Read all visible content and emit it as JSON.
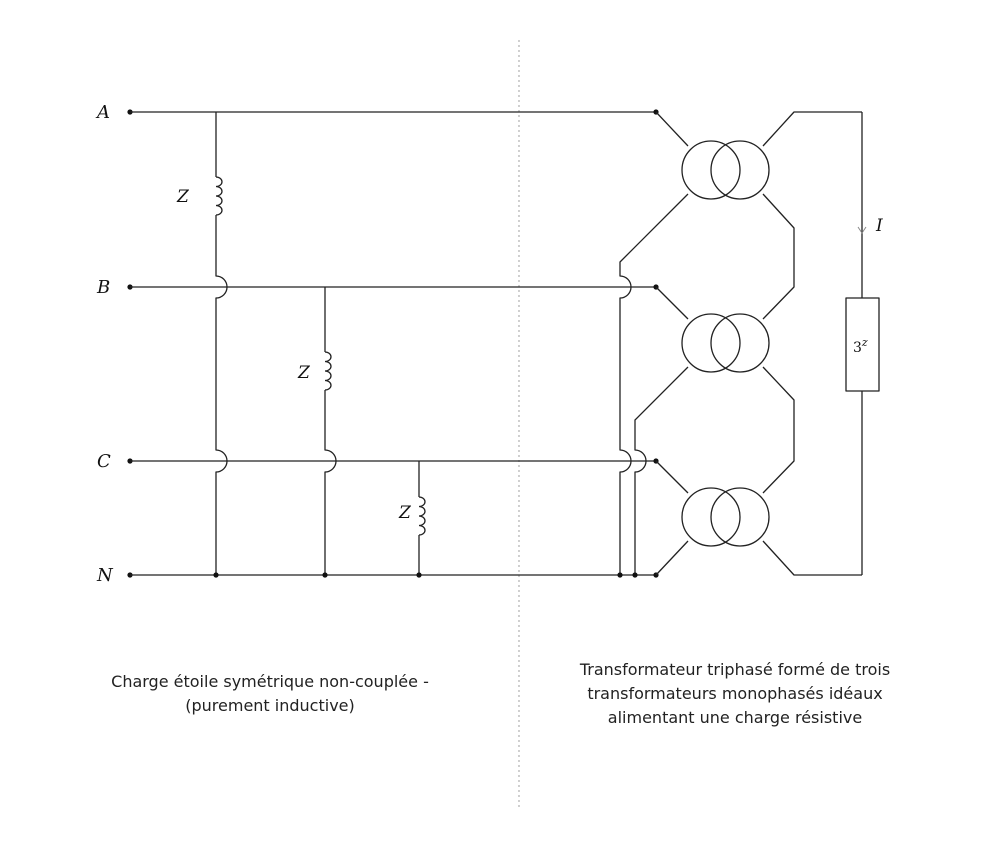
{
  "terminals": {
    "a": "A",
    "b": "B",
    "c": "C",
    "n": "N"
  },
  "left_circuit": {
    "inductor_labels": [
      "Z",
      "Z",
      "Z"
    ]
  },
  "right_circuit": {
    "current_label": "I",
    "resistor": {
      "base": "3",
      "exponent": "z"
    }
  },
  "captions": {
    "left": {
      "line1": "Charge étoile symétrique non-couplée -",
      "line2": "(purement inductive)"
    },
    "right": {
      "line1": "Transformateur triphasé formé de trois",
      "line2": "transformateurs monophasés idéaux",
      "line3": "alimentant une charge résistive"
    }
  },
  "colors": {
    "wire": "#222222",
    "divider": "#bbbbbb",
    "text": "#222222"
  }
}
